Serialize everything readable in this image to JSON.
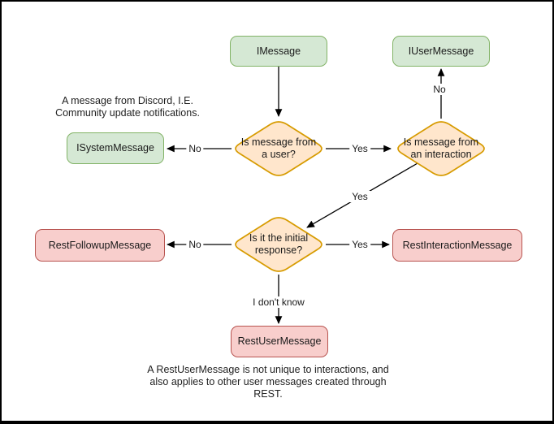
{
  "colors": {
    "interface_fill": "#d5e8d4",
    "interface_stroke": "#82b366",
    "decision_fill": "#ffe6cc",
    "decision_stroke": "#d79b00",
    "rest_fill": "#f8cecc",
    "rest_stroke": "#b85450",
    "edge": "#000000"
  },
  "nodes": {
    "imessage": "IMessage",
    "iusermessage": "IUserMessage",
    "isystemmessage": "ISystemMessage",
    "restfollowup": "RestFollowupMessage",
    "restinteraction": "RestInteractionMessage",
    "restuser": "RestUserMessage"
  },
  "decisions": {
    "from_user": "Is message from a user?",
    "from_interaction": "Is message from an interaction",
    "initial_response": "Is it the initial response?"
  },
  "edge_labels": {
    "user_no": "No",
    "user_yes": "Yes",
    "interaction_no": "No",
    "interaction_yes": "Yes",
    "initial_no": "No",
    "initial_yes": "Yes",
    "initial_unknown": "I don't know"
  },
  "notes": {
    "system_message": "A message from Discord, I.E. Community update notifications.",
    "rest_user_message": "A RestUserMessage is not unique to interactions, and also applies to other user messages created through REST."
  }
}
